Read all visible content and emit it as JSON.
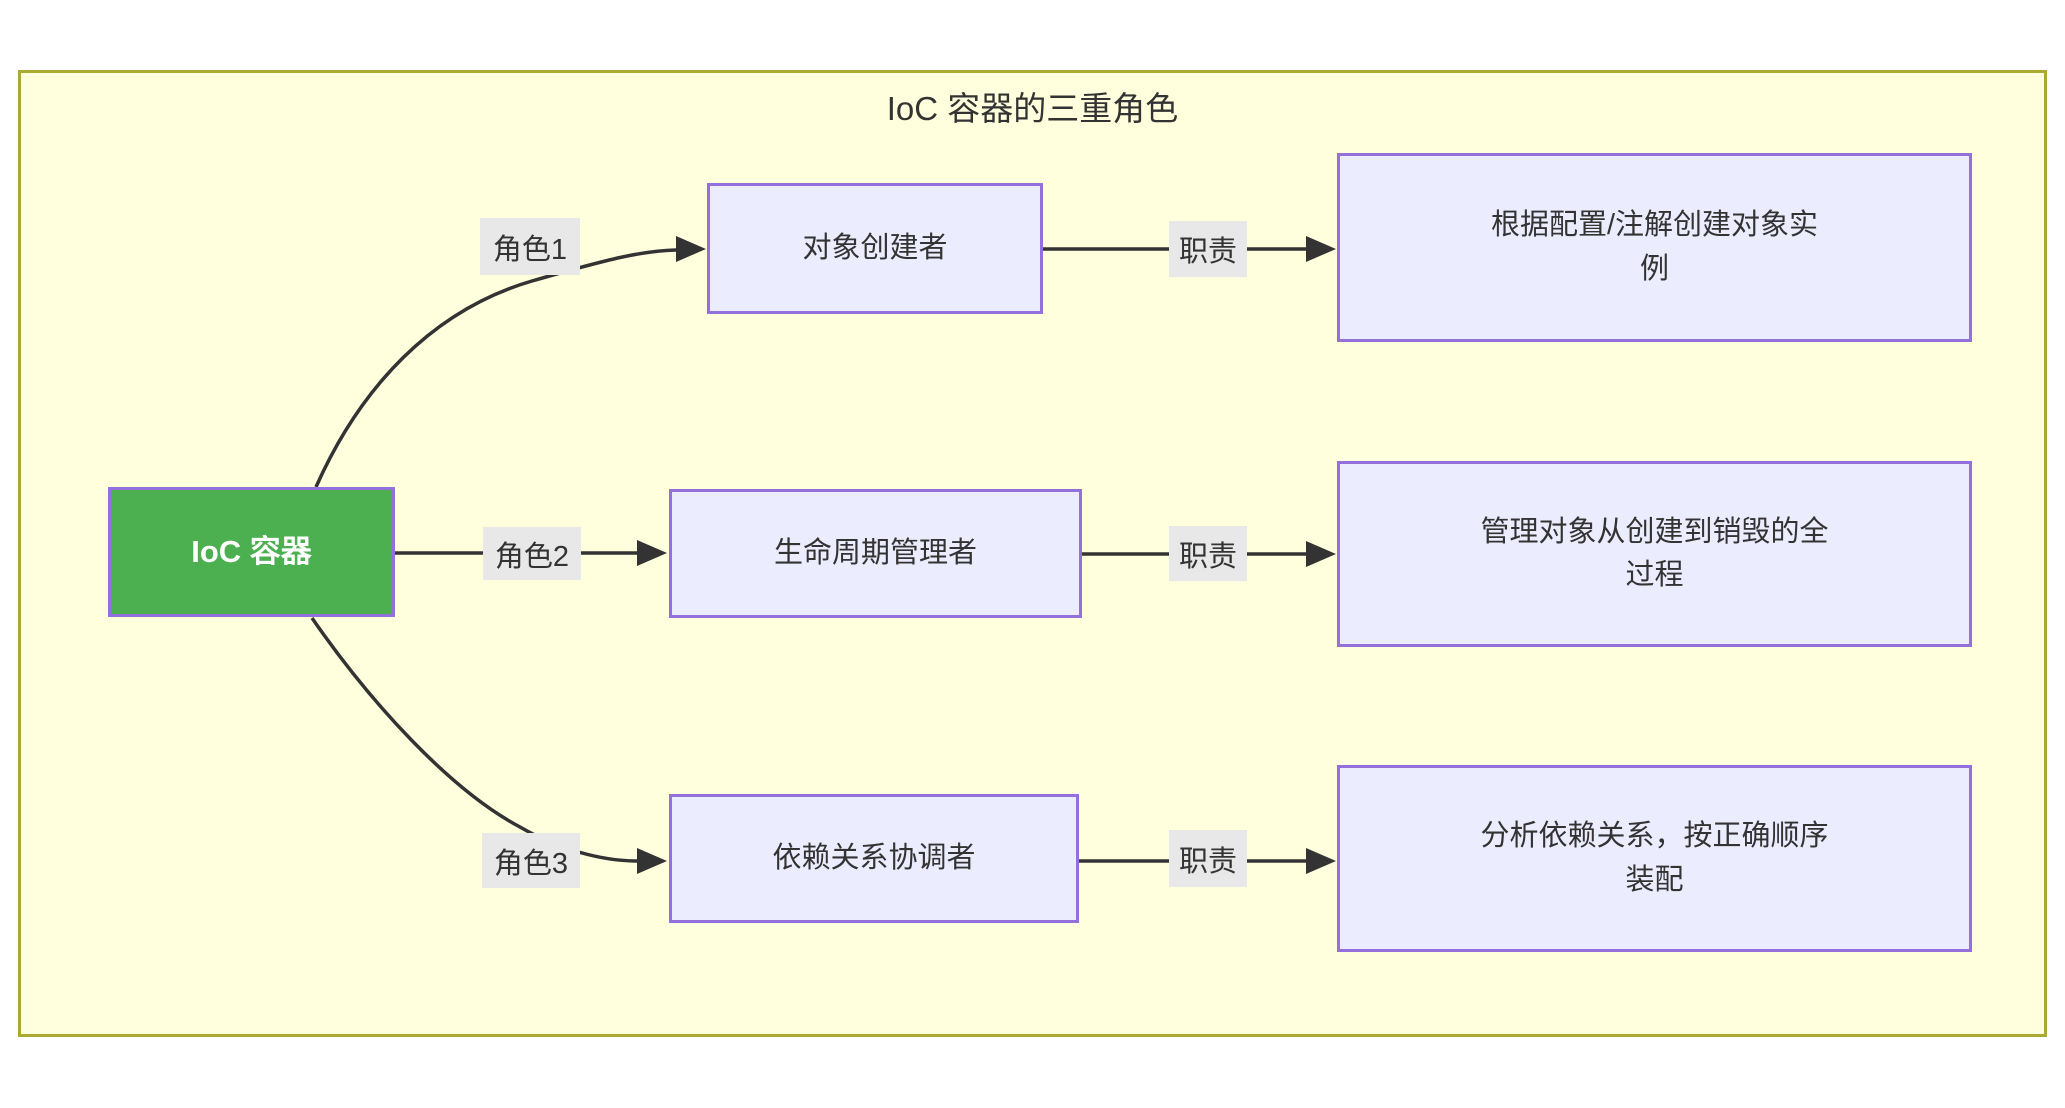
{
  "diagram": {
    "title": "IoC 容器的三重角色",
    "root_node": {
      "label": "IoC 容器"
    },
    "rows": [
      {
        "role_edge_label": "角色1",
        "role_node": "对象创建者",
        "duty_edge_label": "职责",
        "duty_line1": "根据配置/注解创建对象实",
        "duty_line2": "例"
      },
      {
        "role_edge_label": "角色2",
        "role_node": "生命周期管理者",
        "duty_edge_label": "职责",
        "duty_line1": "管理对象从创建到销毁的全",
        "duty_line2": "过程"
      },
      {
        "role_edge_label": "角色3",
        "role_node": "依赖关系协调者",
        "duty_edge_label": "职责",
        "duty_line1": "分析依赖关系，按正确顺序",
        "duty_line2": "装配"
      }
    ],
    "colors": {
      "canvas_bg": "#ffffff",
      "cluster_fill": "#ffffde",
      "cluster_border": "#aaaa33",
      "node_fill": "#ececff",
      "node_border": "#9370db",
      "root_fill": "#4caf50",
      "root_text": "#ffffff",
      "edge": "#333333",
      "edge_label_bg": "#e8e8e8",
      "text": "#333333"
    }
  }
}
